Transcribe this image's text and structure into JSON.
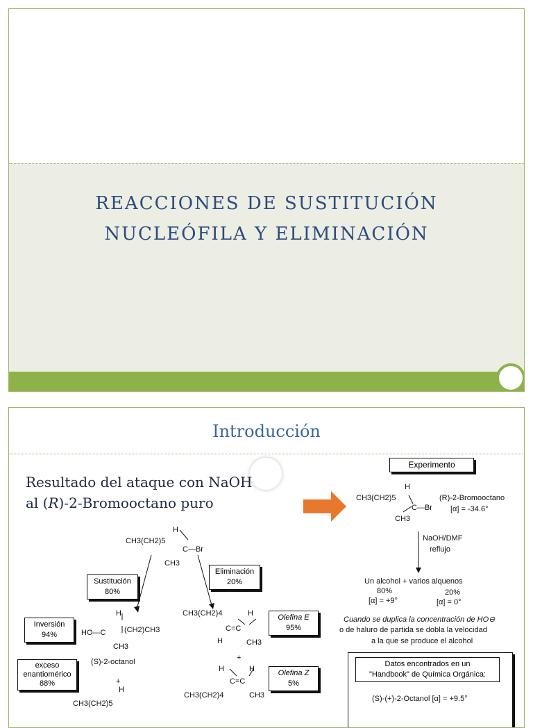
{
  "slide1": {
    "title_line1": "Reacciones de sustitución",
    "title_line2": "nucleófila y eliminación"
  },
  "slide2": {
    "title": "Introducción",
    "intro_line1": "Resultado del ataque con NaOH",
    "intro_line2_pre": "al (",
    "intro_line2_R": "R",
    "intro_line2_post": ")-2-Bromooctano puro",
    "reactant": {
      "H": "H",
      "chain": "CH3(CH2)5",
      "C_Br": "C—Br",
      "CH3": "CH3"
    },
    "boxes": {
      "sustitucion": [
        "Sustitución",
        "80%"
      ],
      "eliminacion": [
        "Eliminación",
        "20%"
      ],
      "inversion": [
        "Inversión",
        "94%"
      ],
      "exceso": [
        "exceso",
        "enantiomérico",
        "88%"
      ],
      "olefinaE": [
        "Olefina E",
        "95%"
      ],
      "olefinaZ": [
        "Olefina Z",
        "5%"
      ],
      "experimento": "Experimento"
    },
    "products": {
      "s_octanol_label": "(S)-2-octanol",
      "ho": "HO—C",
      "chain_right": "(CH2)CH3",
      "h": "H",
      "ch3": "CH3",
      "e_chain": "CH3(CH2)4",
      "cc": "C=C",
      "plus": "+"
    },
    "experiment": {
      "chain": "CH3(CH2)5",
      "H": "H",
      "cbr": "C—Br",
      "ch3": "CH3",
      "name": "(R)-2-Bromooctano",
      "rotation": "[α] = -34.6°",
      "conditions1": "NaOH/DMF",
      "conditions2": "reflujo",
      "result_line1": "Un alcohol   +   varios alquenos",
      "result_pct1": "80%",
      "result_pct2": "20%",
      "result_rot1": "[α] = +9°",
      "result_rot2": "[α] = 0°",
      "note1": "Cuando se duplica la concentración de HO⊖",
      "note2": "o de haluro de partida se dobla la velocidad",
      "note3": "a la que se produce el alcohol",
      "handbook1": "Datos encontrados en un",
      "handbook2": "\"Handbook\" de Química Orgánica:",
      "handbook3": "(S)-(+)-2-Octanol  [α] = +9.5°"
    },
    "colors": {
      "accent_green": "#8db24a",
      "title_blue": "#2c4a7c",
      "arrow_orange": "#e8782e"
    }
  }
}
